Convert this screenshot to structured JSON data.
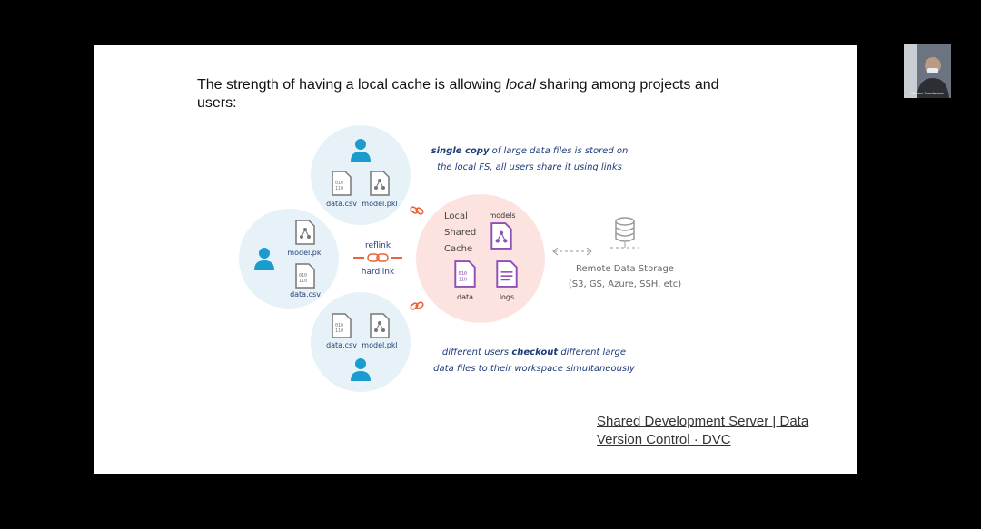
{
  "slide": {
    "heading_before": "The strength of having a local cache is allowing ",
    "heading_italic": "local",
    "heading_after": " sharing among projects and users:",
    "note_top_bold": "single copy",
    "note_top_line1_rest": " of large data files is stored on",
    "note_top_line2": "the local FS, all users share it using links",
    "note_bottom_prefix": "different users ",
    "note_bottom_bold": "checkout",
    "note_bottom_line1_rest": " different large",
    "note_bottom_line2": "data files to their workspace simultaneously",
    "reflink": "reflink",
    "hardlink": "hardlink",
    "cache_line1": "Local",
    "cache_line2": "Shared",
    "cache_line3": "Cache",
    "cache_models": "models",
    "cache_data": "data",
    "cache_logs": "logs",
    "file_data_csv": "data.csv",
    "file_model_pkl": "model.pkl",
    "remote_line1": "Remote Data Storage",
    "remote_line2": "(S3, GS, Azure, SSH, etc)",
    "footer_link": "Shared Development Server | Data Version Control · DVC"
  },
  "webcam": {
    "participant_name": "Simone Scardapane"
  },
  "colors": {
    "accent_blue": "#1a9ccf",
    "cache_purple": "#8e4fb7",
    "link_orange": "#e8643c",
    "note_blue": "#1d3b7a"
  }
}
